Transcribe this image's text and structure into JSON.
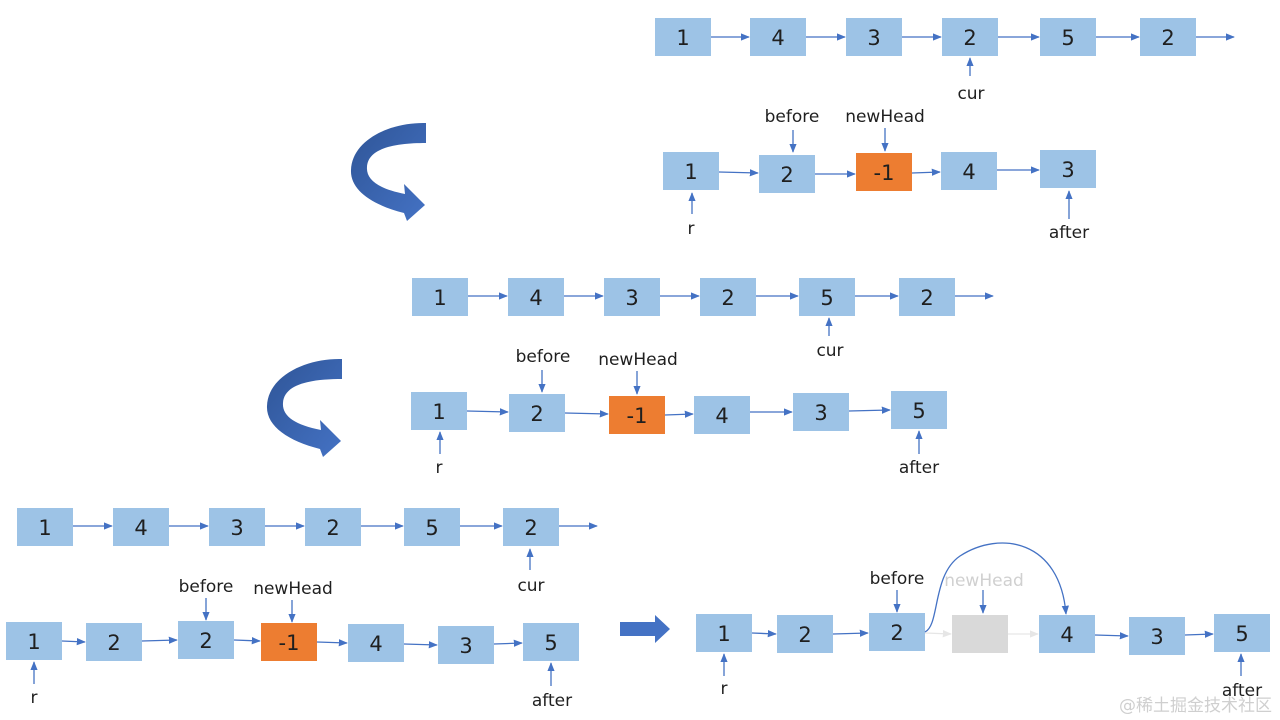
{
  "stages": [
    {
      "original": {
        "nodes": [
          "1",
          "4",
          "3",
          "2",
          "5",
          "2"
        ],
        "cur_label": "cur"
      },
      "result": {
        "nodes": [
          "1",
          "2",
          "-1",
          "4",
          "3"
        ],
        "labels": {
          "r": "r",
          "before": "before",
          "newHead": "newHead",
          "after": "after"
        }
      }
    },
    {
      "original": {
        "nodes": [
          "1",
          "4",
          "3",
          "2",
          "5",
          "2"
        ],
        "cur_label": "cur"
      },
      "result": {
        "nodes": [
          "1",
          "2",
          "-1",
          "4",
          "3",
          "5"
        ],
        "labels": {
          "r": "r",
          "before": "before",
          "newHead": "newHead",
          "after": "after"
        }
      }
    },
    {
      "original": {
        "nodes": [
          "1",
          "4",
          "3",
          "2",
          "5",
          "2"
        ],
        "cur_label": "cur"
      },
      "result": {
        "nodes": [
          "1",
          "2",
          "2",
          "-1",
          "4",
          "3",
          "5"
        ],
        "labels": {
          "r": "r",
          "before": "before",
          "newHead": "newHead",
          "after": "after"
        }
      },
      "final": {
        "nodes": [
          "1",
          "2",
          "2",
          "",
          "4",
          "3",
          "5"
        ],
        "labels": {
          "r": "r",
          "before": "before",
          "newHead": "newHead",
          "after": "after"
        }
      }
    }
  ],
  "watermark": "@稀土掘金技术社区",
  "colors": {
    "node_fill": "#9dc3e6",
    "head_fill": "#ed7d31",
    "faded_fill": "#d9d9d9",
    "arrow": "#4472c4"
  }
}
